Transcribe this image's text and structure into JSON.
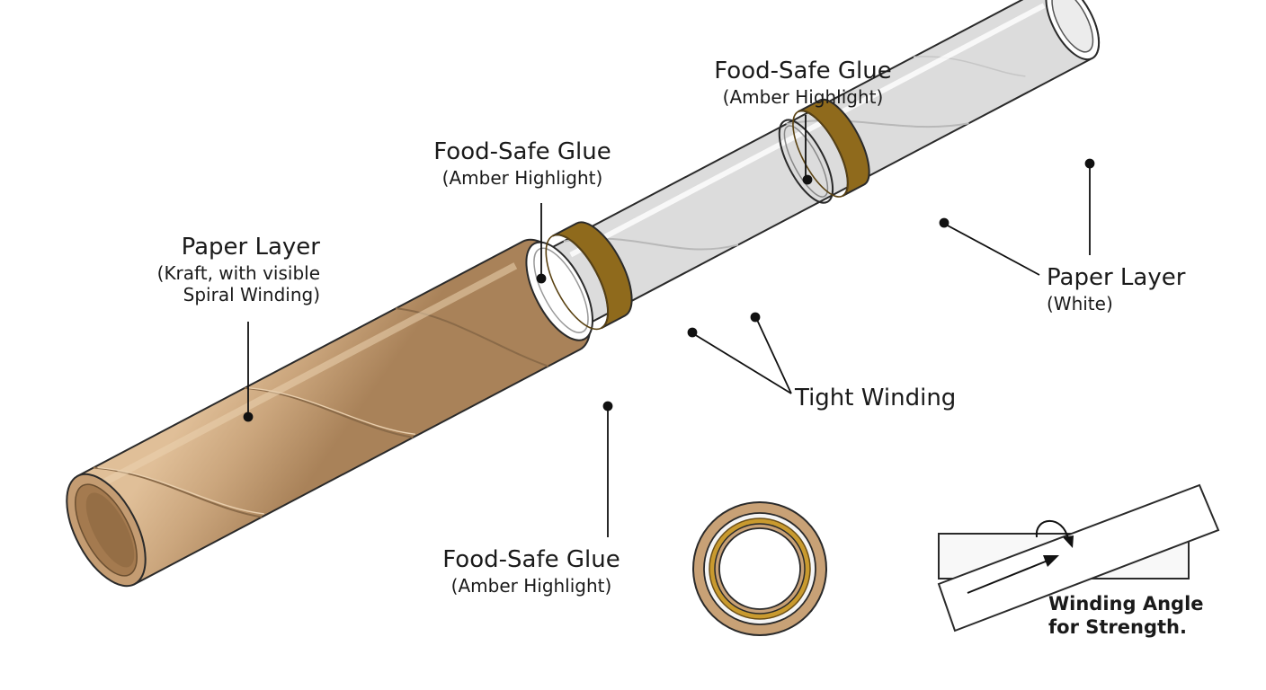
{
  "labels": {
    "glue_top": {
      "title": "Food-Safe Glue",
      "note": "(Amber Highlight)"
    },
    "glue_mid": {
      "title": "Food-Safe Glue",
      "note": "(Amber Highlight)"
    },
    "glue_bottom": {
      "title": "Food-Safe Glue",
      "note": "(Amber Highlight)"
    },
    "paper_kraft": {
      "title": "Paper Layer",
      "note_line1": "(Kraft, with visible",
      "note_line2": "Spiral Winding)"
    },
    "paper_white": {
      "title": "Paper Layer",
      "note": "(White)"
    },
    "tight_winding": {
      "title": "Tight Winding"
    },
    "winding_angle": {
      "line1": "Winding Angle",
      "line2": "for Strength."
    }
  },
  "colors": {
    "kraft": "#c9a37a",
    "kraft_dark": "#8a6a48",
    "white_paper": "#f7f7f7",
    "amber_glue": "#c99a2e",
    "outline": "#2a2a2a"
  }
}
